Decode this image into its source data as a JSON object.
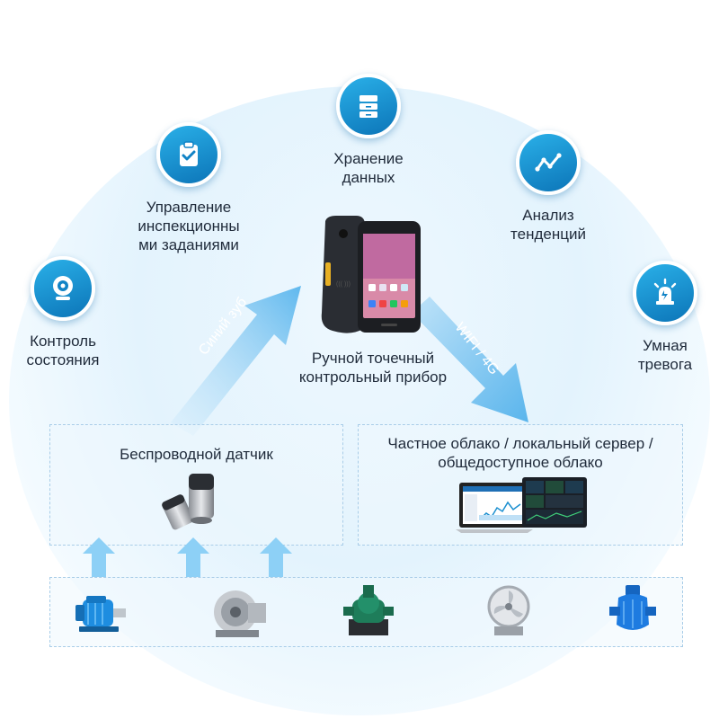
{
  "nodes": {
    "condition_label": "Контроль\nсостояния",
    "inspection_label": "Управление\nинспекционны\nми заданиями",
    "storage_label": "Хранение\nданных",
    "analysis_label": "Анализ\nтенденций",
    "alarm_label": "Умная\nтревога"
  },
  "device": {
    "label": "Ручной точечный\nконтрольный прибор"
  },
  "links": {
    "bluetooth": "Синий зуб",
    "wifi": "WIFI / 4G"
  },
  "sensor_box": {
    "title": "Беспроводной датчик"
  },
  "cloud_box": {
    "title": "Частное облако / локальный сервер /\nобщедоступное облако"
  },
  "icons": {
    "condition": "webcam-icon",
    "inspection": "clipboard-check-icon",
    "storage": "server-drawers-icon",
    "analysis": "trend-line-icon",
    "alarm": "alarm-siren-icon"
  },
  "colors": {
    "accent": "#1a8fd0",
    "arrow": "#7dc8f4"
  }
}
